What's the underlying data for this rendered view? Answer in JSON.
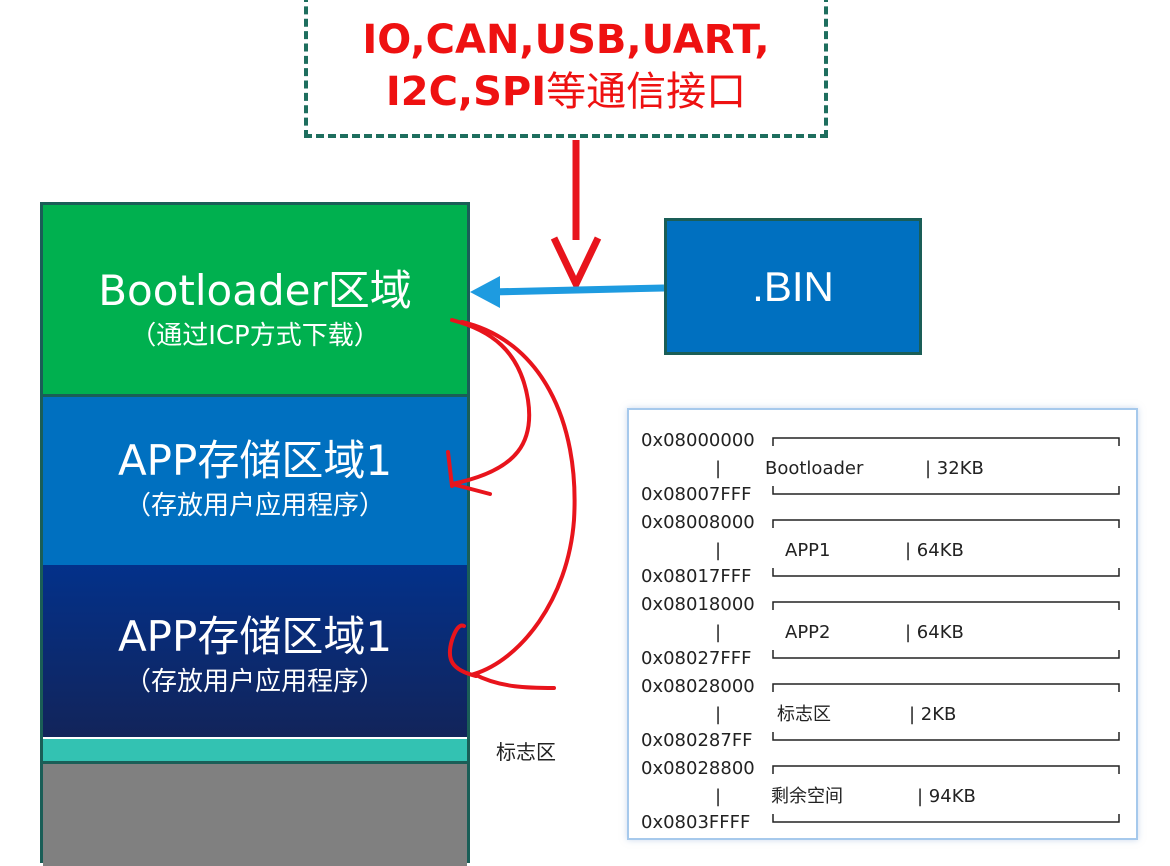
{
  "interfaces": {
    "line1": "IO,CAN,USB,UART,",
    "line2_latin": "I2C,SPI",
    "line2_cn": "等通信接口"
  },
  "memory_blocks": {
    "bootloader": {
      "title": "Bootloader区域",
      "subtitle": "（通过ICP方式下载）"
    },
    "app1": {
      "title": "APP存储区域1",
      "subtitle": "（存放用户应用程序）"
    },
    "app2": {
      "title": "APP存储区域1",
      "subtitle": "（存放用户应用程序）"
    },
    "flag_label": "标志区"
  },
  "bin_label": ".BIN",
  "colors": {
    "bootloader": "#00b04f",
    "app1": "#0070c0",
    "app2": "#0a2a78",
    "flag": "#33c2b2",
    "free": "#808080",
    "interface_text": "#ee1111",
    "red_arrow": "#e8141c",
    "blue_arrow": "#1e9be0"
  },
  "address_map": [
    {
      "start": "0x08000000",
      "end": "0x08007FFF",
      "name": "Bootloader",
      "size": "| 32KB"
    },
    {
      "start": "0x08008000",
      "end": "0x08017FFF",
      "name": "APP1",
      "size": "| 64KB"
    },
    {
      "start": "0x08018000",
      "end": "0x08027FFF",
      "name": "APP2",
      "size": "| 64KB"
    },
    {
      "start": "0x08028000",
      "end": "0x080287FF",
      "name": "标志区",
      "size": "| 2KB"
    },
    {
      "start": "0x08028800",
      "end": "0x0803FFFF",
      "name": "剩余空间",
      "size": "| 94KB"
    }
  ]
}
